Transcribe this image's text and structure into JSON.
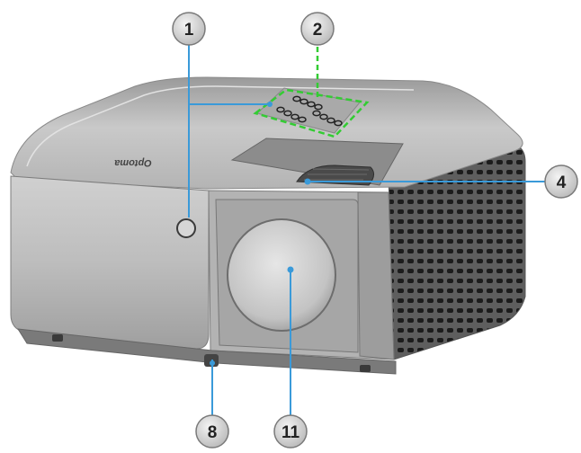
{
  "brand": "Optoma",
  "colors": {
    "callout_line": "#3a9ad9",
    "highlight": "#33cc33"
  },
  "callouts": [
    {
      "label": "1"
    },
    {
      "label": "2"
    },
    {
      "label": "4"
    },
    {
      "label": "8"
    },
    {
      "label": "11"
    }
  ]
}
